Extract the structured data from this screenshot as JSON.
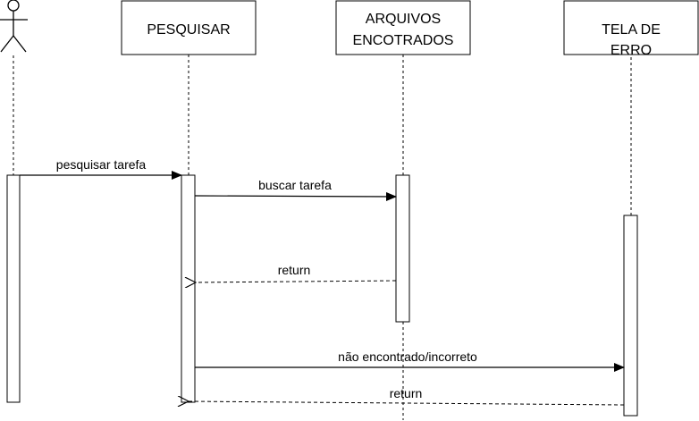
{
  "participants": {
    "actor": {
      "label": ""
    },
    "pesquisar": {
      "label": "PESQUISAR"
    },
    "arquivos": {
      "label_line1": "ARQUIVOS",
      "label_line2": "ENCOTRADOS"
    },
    "tela_erro": {
      "label_line1": "TELA DE",
      "label_line2": "ERRO"
    }
  },
  "messages": [
    {
      "label": "pesquisar tarefa",
      "from": "actor",
      "to": "pesquisar",
      "kind": "sync"
    },
    {
      "label": "buscar tarefa",
      "from": "pesquisar",
      "to": "arquivos",
      "kind": "sync"
    },
    {
      "label": "return",
      "from": "arquivos",
      "to": "pesquisar",
      "kind": "return"
    },
    {
      "label": "não encontrado/incorreto",
      "from": "pesquisar",
      "to": "tela_erro",
      "kind": "sync"
    },
    {
      "label": "return",
      "from": "tela_erro",
      "to": "pesquisar",
      "kind": "return"
    }
  ],
  "colors": {
    "line": "#000000",
    "background": "#ffffff"
  }
}
